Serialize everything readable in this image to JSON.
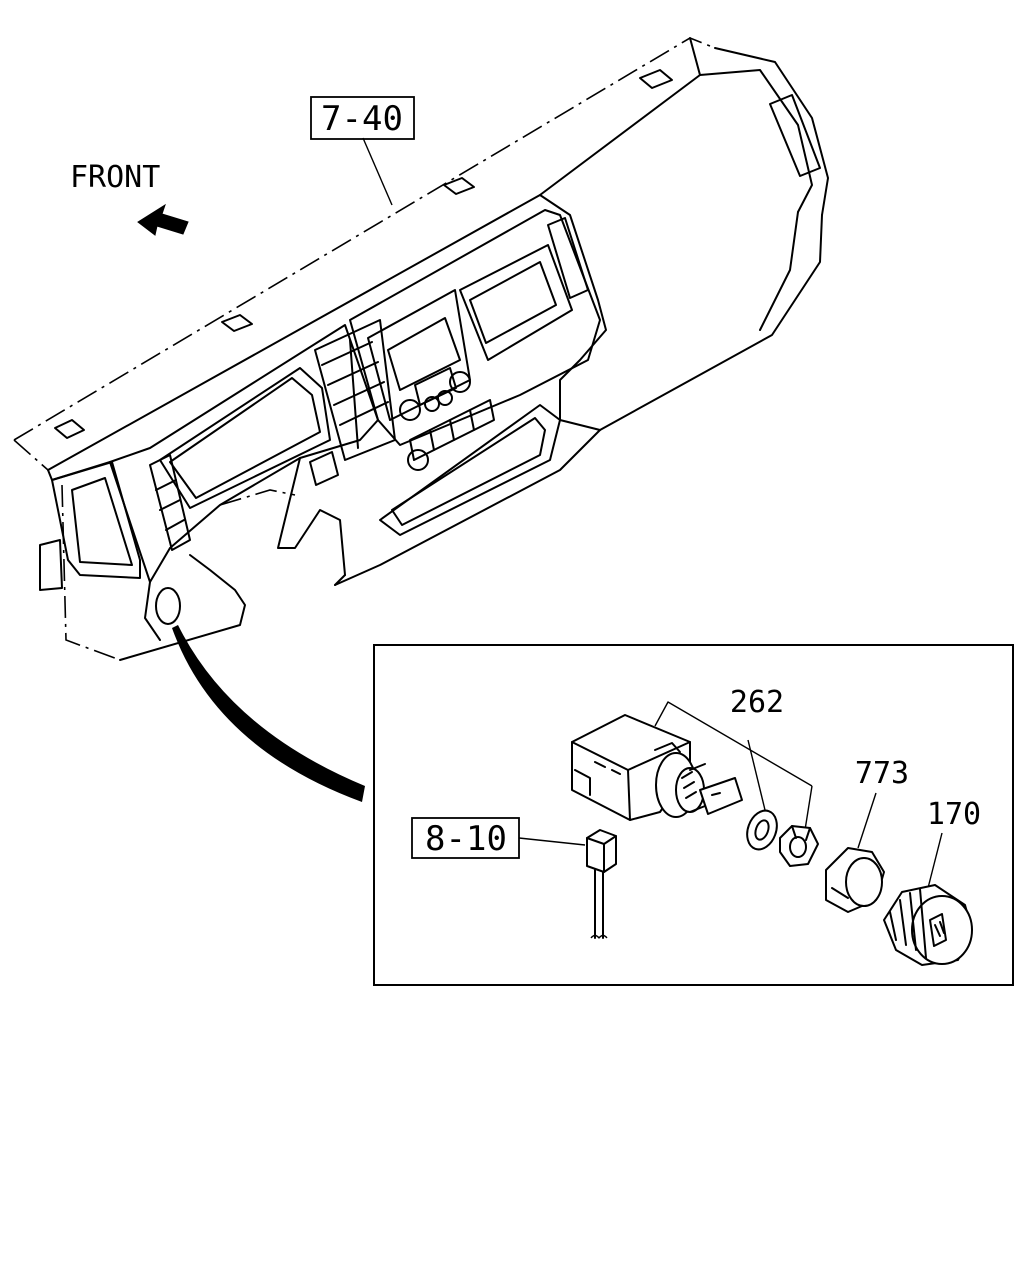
{
  "labels": {
    "front": "FRONT",
    "dashboard_ref": "7-40",
    "connector_ref": "8-10",
    "switch_part": "262",
    "nut_part": "773",
    "knob_part": "170"
  }
}
